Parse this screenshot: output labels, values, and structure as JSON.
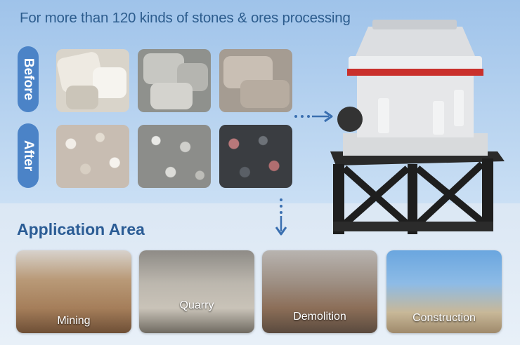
{
  "headline": "For more than 120 kinds of stones & ores processing",
  "tabs": {
    "before": "Before",
    "after": "After"
  },
  "section_title": "Application Area",
  "applications": [
    {
      "label": "Mining"
    },
    {
      "label": "Quarry"
    },
    {
      "label": "Demolition"
    },
    {
      "label": "Construction"
    }
  ],
  "colors": {
    "accent_blue": "#4b83c7",
    "headline_blue": "#2d5d8e",
    "band_red": "#c9302c"
  },
  "icons": [
    "arrow-right-icon",
    "arrow-down-icon"
  ]
}
